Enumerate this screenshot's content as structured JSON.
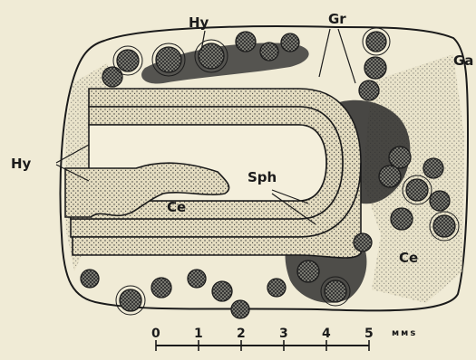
{
  "labels": {
    "hy_top": "Hy",
    "gr": "Gr",
    "ga": "Ga",
    "hy_left": "Hy",
    "sph": "Sph",
    "ce_center": "Ce",
    "ce_right": "Ce"
  },
  "scale_bar": {
    "ticks": [
      "0",
      "1",
      "2",
      "3",
      "4",
      "5"
    ],
    "unit": "ммs"
  },
  "colors": {
    "paper": "#f0ebd6",
    "ink": "#1b1b1b",
    "stipple": "#d9d1b4"
  }
}
